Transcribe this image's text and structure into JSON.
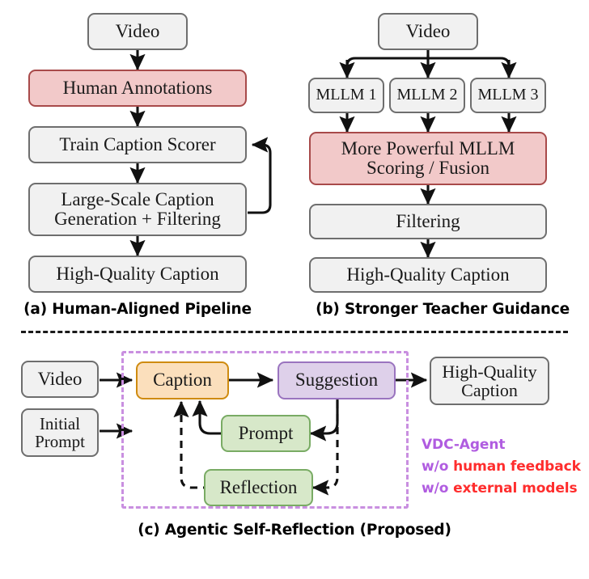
{
  "figure": {
    "title_omitted": true,
    "panels": [
      {
        "id": "a",
        "caption": "(a) Human-Aligned Pipeline",
        "nodes": [
          {
            "key": "video",
            "label": "Video",
            "style": "grey"
          },
          {
            "key": "human",
            "label": "Human Annotations",
            "style": "red"
          },
          {
            "key": "train",
            "label": "Train Caption Scorer",
            "style": "grey"
          },
          {
            "key": "largescale",
            "label": "Large-Scale Caption\nGeneration + Filtering",
            "style": "grey"
          },
          {
            "key": "hqcaption",
            "label": "High-Quality Caption",
            "style": "grey"
          }
        ],
        "edges": [
          {
            "from": "video",
            "to": "human",
            "kind": "solid"
          },
          {
            "from": "human",
            "to": "train",
            "kind": "solid"
          },
          {
            "from": "train",
            "to": "largescale",
            "kind": "solid"
          },
          {
            "from": "largescale",
            "to": "train",
            "kind": "solid-loop"
          },
          {
            "from": "largescale",
            "to": "hqcaption",
            "kind": "solid"
          }
        ]
      },
      {
        "id": "b",
        "caption": "(b) Stronger Teacher Guidance",
        "nodes": [
          {
            "key": "video",
            "label": "Video",
            "style": "grey"
          },
          {
            "key": "mllm1",
            "label": "MLLM 1",
            "style": "grey"
          },
          {
            "key": "mllm2",
            "label": "MLLM 2",
            "style": "grey"
          },
          {
            "key": "mllm3",
            "label": "MLLM 3",
            "style": "grey"
          },
          {
            "key": "fusion",
            "label": "More Powerful MLLM\nScoring / Fusion",
            "style": "red"
          },
          {
            "key": "filtering",
            "label": "Filtering",
            "style": "grey"
          },
          {
            "key": "hqcaption",
            "label": "High-Quality Caption",
            "style": "grey"
          }
        ],
        "edges": [
          {
            "from": "video",
            "to": "mllm1",
            "kind": "solid"
          },
          {
            "from": "video",
            "to": "mllm2",
            "kind": "solid"
          },
          {
            "from": "video",
            "to": "mllm3",
            "kind": "solid"
          },
          {
            "from": "mllm1",
            "to": "fusion",
            "kind": "solid"
          },
          {
            "from": "mllm2",
            "to": "fusion",
            "kind": "solid"
          },
          {
            "from": "mllm3",
            "to": "fusion",
            "kind": "solid"
          },
          {
            "from": "fusion",
            "to": "filtering",
            "kind": "solid"
          },
          {
            "from": "filtering",
            "to": "hqcaption",
            "kind": "solid"
          }
        ]
      },
      {
        "id": "c",
        "caption": "(c) Agentic Self-Reflection (Proposed)",
        "nodes": [
          {
            "key": "video",
            "label": "Video",
            "style": "grey"
          },
          {
            "key": "initprompt",
            "label": "Initial\nPrompt",
            "style": "grey"
          },
          {
            "key": "caption",
            "label": "Caption",
            "style": "orange"
          },
          {
            "key": "suggestion",
            "label": "Suggestion",
            "style": "purple"
          },
          {
            "key": "prompt",
            "label": "Prompt",
            "style": "green"
          },
          {
            "key": "reflection",
            "label": "Reflection",
            "style": "green"
          },
          {
            "key": "hqcaption",
            "label": "High-Quality\nCaption",
            "style": "grey"
          }
        ],
        "edges": [
          {
            "from": "video",
            "to": "caption",
            "kind": "solid"
          },
          {
            "from": "initprompt",
            "to": "caption",
            "kind": "solid"
          },
          {
            "from": "caption",
            "to": "suggestion",
            "kind": "solid"
          },
          {
            "from": "suggestion",
            "to": "hqcaption",
            "kind": "solid"
          },
          {
            "from": "suggestion",
            "to": "prompt",
            "kind": "solid"
          },
          {
            "from": "prompt",
            "to": "caption",
            "kind": "solid"
          },
          {
            "from": "suggestion",
            "to": "reflection",
            "kind": "dashed"
          },
          {
            "from": "reflection",
            "to": "caption",
            "kind": "dashed"
          }
        ],
        "legend": {
          "line1": "VDC-Agent",
          "line2_prefix": "w/o ",
          "line2_highlight": "human feedback",
          "line3_prefix": "w/o ",
          "line3_highlight": "external models"
        }
      }
    ]
  },
  "colors": {
    "grey_fill": "#f1f1f1",
    "grey_border": "#6e6e6e",
    "red_fill": "#f2c9c9",
    "red_border": "#a84a4a",
    "orange_fill": "#fbdfbc",
    "orange_border": "#cf8b10",
    "purple_fill": "#ded0ea",
    "purple_border": "#9a74bf",
    "green_fill": "#d7e8c9",
    "green_border": "#79ab64",
    "agent_frame": "#c98fe0",
    "legend_purple": "#b05ce0",
    "legend_red": "#ff2d2d",
    "arrow": "#111111"
  }
}
